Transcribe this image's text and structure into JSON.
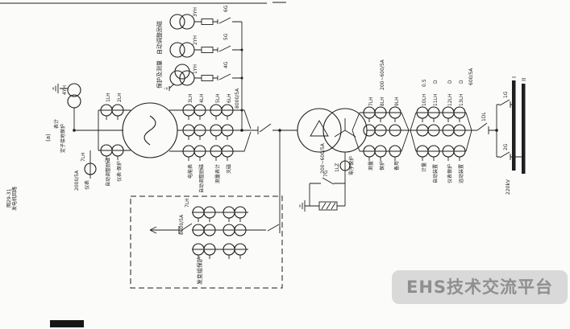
{
  "caption": {
    "line1": "图29-31",
    "line2": "发电机回路",
    "sub": "(a)"
  },
  "watermark": {
    "text": "EHS技术交流平台",
    "bg": "#d9d9d9",
    "fg": "#8f8f8f"
  },
  "vt": {
    "text_auto": "自动调整励磁",
    "text_prot": "保护及测量",
    "b3_label": "3YH",
    "b3_switch": "6G",
    "b2_label": "2YH",
    "b2_switch": "5G",
    "b1_label": "1YH",
    "b1_switch": "4G"
  },
  "stator": {
    "vt_label": "4YH",
    "text1": "表计",
    "text2": "定子接地保护"
  },
  "gen_left": {
    "ct1": "1LH",
    "ct2": "2LH",
    "n_text1": "自动调整励磁",
    "n_text2": "仪表·保护",
    "nct_label": "7LH",
    "nct_ratio": "2000/5A",
    "nct_text": "仪表"
  },
  "gen_right": {
    "ratio": "8000/5A",
    "ct_labels": [
      "3LH",
      "4LH",
      "5LH",
      "6LH"
    ],
    "uses": [
      "电能表",
      "自动调整励磁",
      "测量表计",
      "灭磁"
    ]
  },
  "unit_box": {
    "ct_label": "7LH",
    "ratio": "8000/5A",
    "use": "发变组保护"
  },
  "transformer": {
    "neutral_ratio": "200~600/5A",
    "neutral_ct": "1LZ",
    "neutral_use": "零序保护",
    "neutral_switch": "7G"
  },
  "hv1": {
    "ratio": "200~600/5A",
    "ct_labels": [
      "7LH",
      "8LH",
      "9LH"
    ],
    "uses": [
      "测量",
      "保护",
      "备用"
    ]
  },
  "hv2": {
    "ratio": "600/5A",
    "classes": [
      "0.5",
      "D",
      "D",
      "D"
    ],
    "ct_labels": [
      "10LH",
      "11LH",
      "12LH",
      "13LH"
    ],
    "uses": [
      "计量",
      "自动装置",
      "仪表保护",
      "远动装置"
    ]
  },
  "outlet": {
    "breaker": "1DL",
    "sw1": "1G",
    "sw2": "2G",
    "bus1": "I",
    "bus2": "II",
    "bus_voltage": "220kV"
  }
}
